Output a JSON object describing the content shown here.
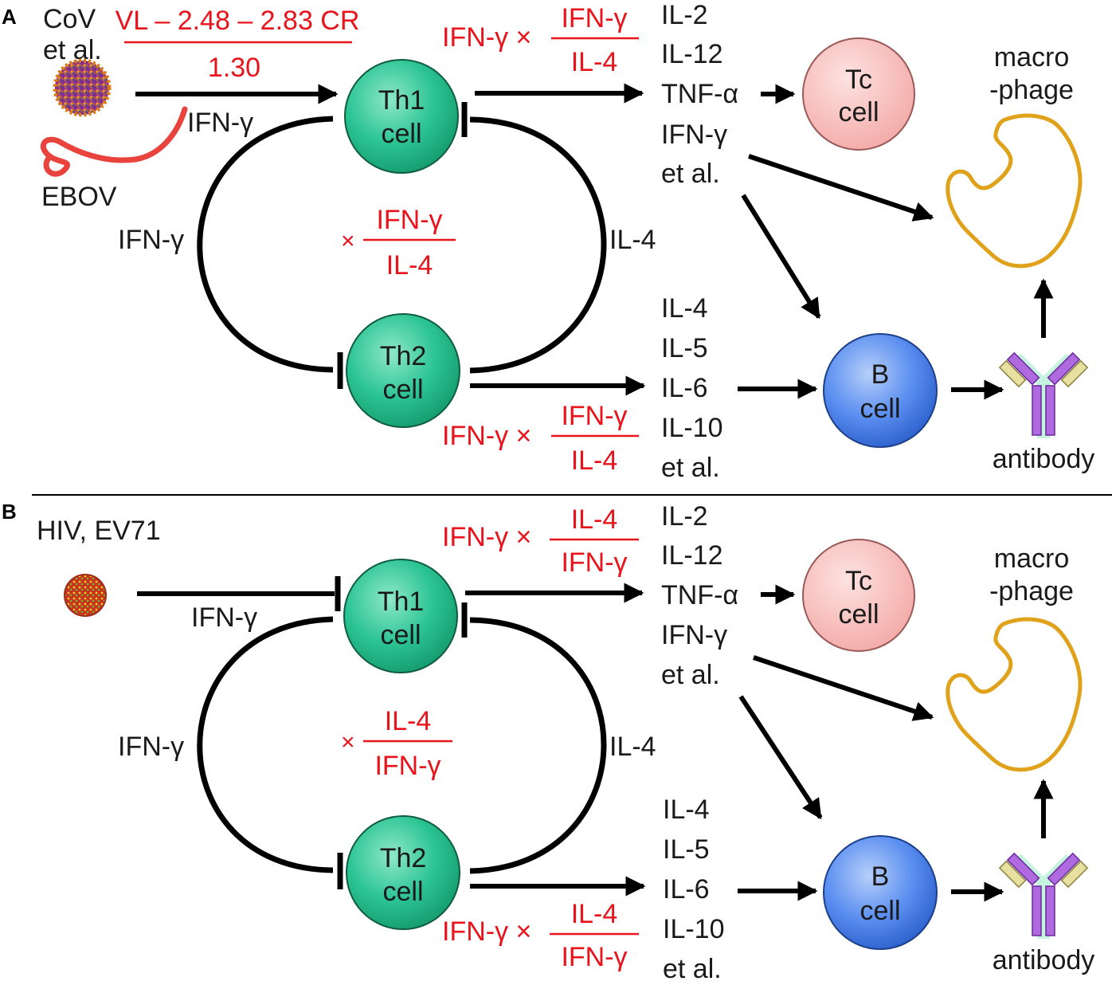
{
  "colors": {
    "text": "#1a1a1a",
    "red": "#e8131b",
    "th_cell": "#2cc494",
    "tc_cell": "#f6c2c0",
    "b_cell": "#4a84ec",
    "macrophage": "#e0a21a",
    "arrow": "#000000"
  },
  "panel_a": {
    "letter": "A",
    "virus_label_line1": "CoV",
    "virus_label_line2": "et al.",
    "virus_label_2": "EBOV",
    "formula_numerator": "VL – 2.48 – 2.83 CR",
    "formula_denominator": "1.30",
    "entry_label": "IFN-γ",
    "th1_line1": "Th1",
    "th1_line2": "cell",
    "th2_line1": "Th2",
    "th2_line2": "cell",
    "loop_left_label": "IFN-γ",
    "loop_right_label": "IL-4",
    "center_times": "×",
    "center_num": "IFN-γ",
    "center_den": "IL-4",
    "top_factor": "IFN-γ ×",
    "top_num": "IFN-γ",
    "top_den": "IL-4",
    "bottom_factor": "IFN-γ ×",
    "bottom_num": "IFN-γ",
    "bottom_den": "IL-4",
    "th1_cytokines": [
      "IL-2",
      "IL-12",
      "TNF-α",
      "IFN-γ",
      "et al."
    ],
    "th2_cytokines": [
      "IL-4",
      "IL-5",
      "IL-6",
      "IL-10",
      "et al."
    ],
    "tc_line1": "Tc",
    "tc_line2": "cell",
    "b_line1": "B",
    "b_line2": "cell",
    "macro_line1": "macro",
    "macro_line2": "-phage",
    "antibody": "antibody"
  },
  "panel_b": {
    "letter": "B",
    "virus_label": "HIV, EV71",
    "entry_label": "IFN-γ",
    "th1_line1": "Th1",
    "th1_line2": "cell",
    "th2_line1": "Th2",
    "th2_line2": "cell",
    "loop_left_label": "IFN-γ",
    "loop_right_label": "IL-4",
    "center_times": "×",
    "center_num": "IL-4",
    "center_den": "IFN-γ",
    "top_factor": "IFN-γ ×",
    "top_num": "IL-4",
    "top_den": "IFN-γ",
    "bottom_factor": "IFN-γ ×",
    "bottom_num": "IL-4",
    "bottom_den": "IFN-γ",
    "th1_cytokines": [
      "IL-2",
      "IL-12",
      "TNF-α",
      "IFN-γ",
      "et al."
    ],
    "th2_cytokines": [
      "IL-4",
      "IL-5",
      "IL-6",
      "IL-10",
      "et al."
    ],
    "tc_line1": "Tc",
    "tc_line2": "cell",
    "b_line1": "B",
    "b_line2": "cell",
    "macro_line1": "macro",
    "macro_line2": "-phage",
    "antibody": "antibody"
  }
}
